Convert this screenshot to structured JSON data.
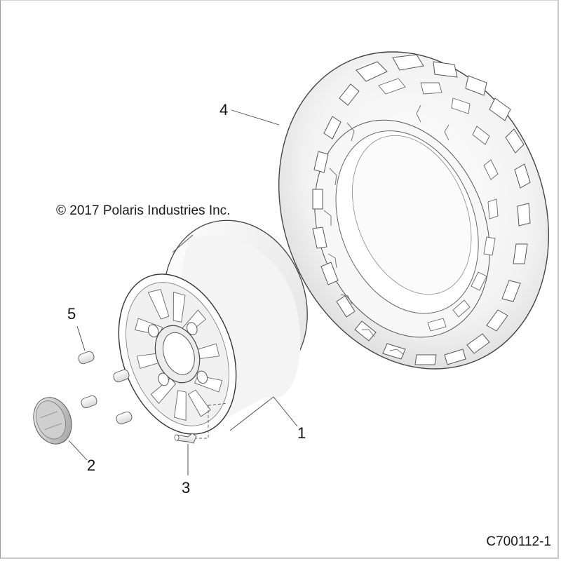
{
  "diagram": {
    "type": "exploded parts diagram",
    "copyright": "© 2017 Polaris Industries Inc.",
    "figure_id": "C700112-1",
    "callouts": [
      {
        "number": "1",
        "part": "wheel"
      },
      {
        "number": "2",
        "part": "center-cap"
      },
      {
        "number": "3",
        "part": "valve-stem"
      },
      {
        "number": "4",
        "part": "tire"
      },
      {
        "number": "5",
        "part": "lug-nut"
      }
    ]
  }
}
